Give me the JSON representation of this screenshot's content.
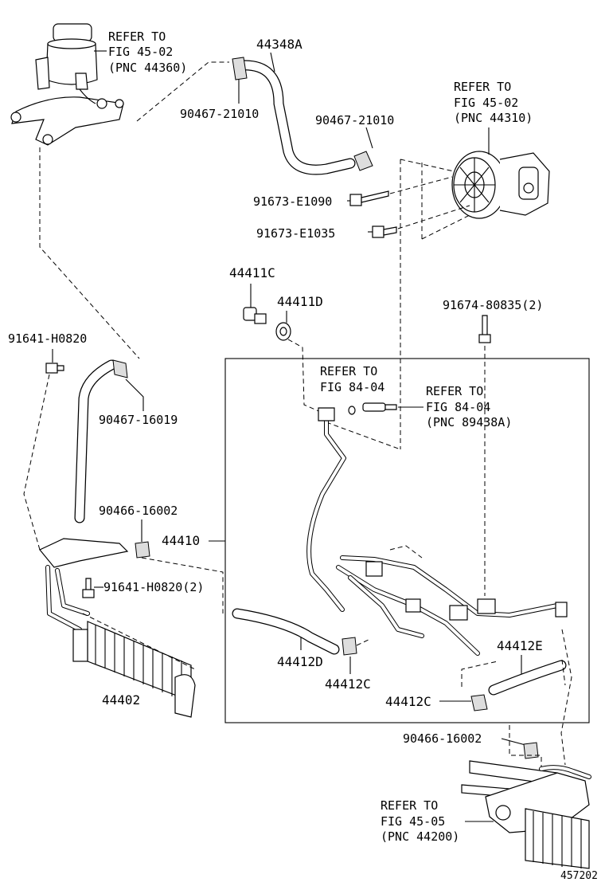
{
  "labels": {
    "reservoir_ref": [
      "REFER TO",
      "FIG 45-02",
      "(PNC 44360)"
    ],
    "hose_44348a": "44348A",
    "clip_a": "90467-21010",
    "clip_b": "90467-21010",
    "pump_ref": [
      "REFER TO",
      "FIG 45-02",
      "(PNC 44310)"
    ],
    "bolt_a": "91673-E1090",
    "bolt_b": "91673-E1035",
    "union_c": "44411C",
    "gasket_d": "44411D",
    "bolt_2": "91674-80835(2)",
    "bolt_left": "91641-H0820",
    "clip_16019": "90467-16019",
    "sensor_ref": [
      "REFER TO",
      "FIG 84-04"
    ],
    "sensor_ref2": [
      "REFER TO",
      "FIG 84-04",
      "(PNC 89438A)"
    ],
    "clamp_16002": "90466-16002",
    "tube_44410": "44410",
    "bolt_left_2": "91641-H0820(2)",
    "hose_44412d": "44412D",
    "clamp_44412c_a": "44412C",
    "hose_44412e": "44412E",
    "clamp_44412c_b": "44412C",
    "cooler_44402": "44402",
    "clamp_16002_b": "90466-16002",
    "gear_ref": [
      "REFER TO",
      "FIG 45-05",
      "(PNC 44200)"
    ],
    "diagram_number": "457202"
  }
}
